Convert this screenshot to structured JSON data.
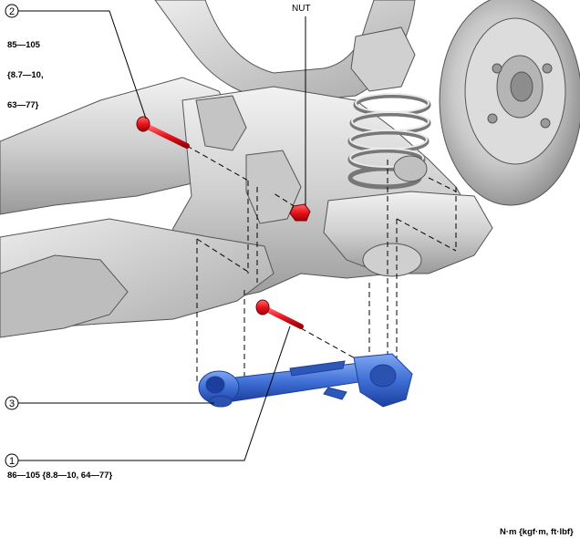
{
  "labels": {
    "nut": "NUT",
    "units": "N·m {kgf·m, ft·lbf}"
  },
  "callouts": [
    {
      "id": "1",
      "torque": "86—105 {8.8—10, 64—77}"
    },
    {
      "id": "2",
      "torque_lines": [
        "85—105",
        "{8.7—10,",
        "63—77}"
      ]
    },
    {
      "id": "3"
    }
  ],
  "colors": {
    "bolt": "#e8141e",
    "link_arm": "#3f6fd6",
    "subframe": "#d9d9d9",
    "outline": "#555555"
  }
}
